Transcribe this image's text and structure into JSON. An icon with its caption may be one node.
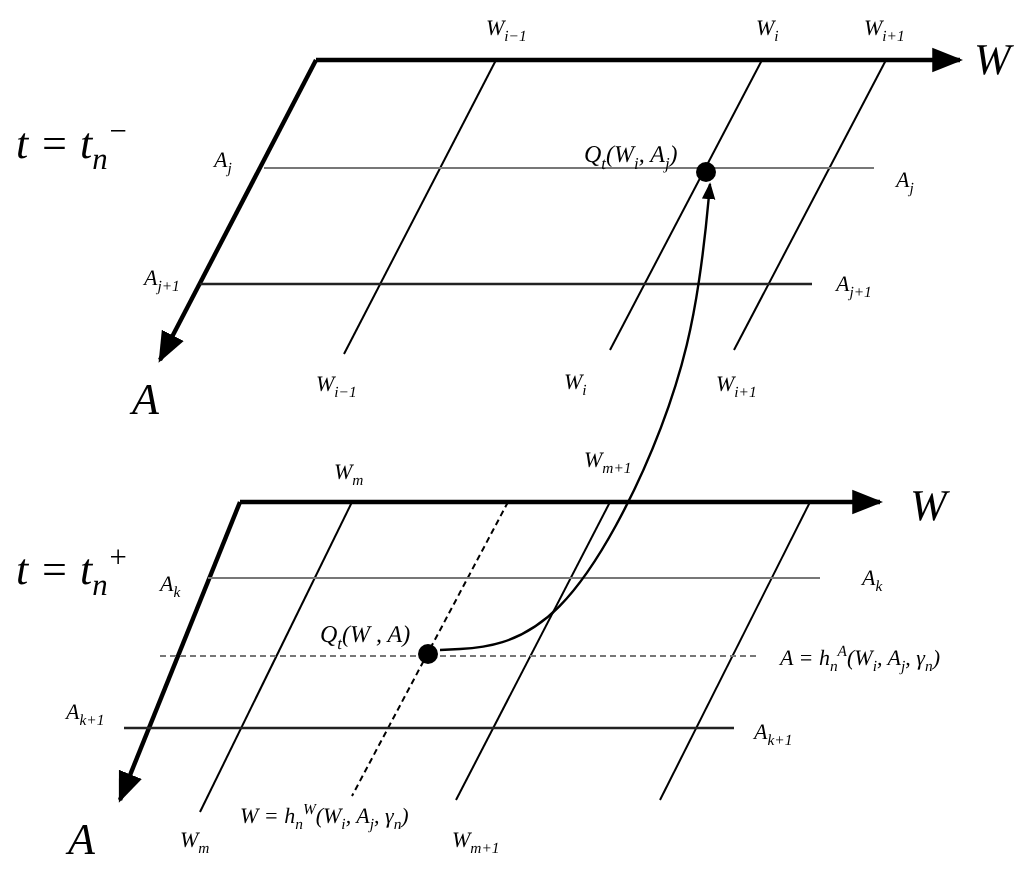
{
  "diagram": {
    "nodes": [
      {
        "text": [],
        "shape": "circle",
        "beside": [
          "Q$_{t}$(W$_{i}$, A$_{j}$)"
        ]
      },
      {
        "text": [],
        "shape": "circle",
        "beside": [
          "Q$_{t}$(W , A)"
        ]
      }
    ],
    "edges": [
      {
        "from": 1,
        "to": 0,
        "arrow": "to"
      }
    ],
    "labels": [
      "W$_{i−1}$",
      "W$_{i}$",
      "W$_{i+1}$",
      "W",
      "t = t$_{n}$$^{−}$",
      "A$_{j}$",
      "A$_{j}$",
      "A$_{j+1}$",
      "A$_{j+1}$",
      "A",
      "W$_{i−1}$",
      "W$_{i}$",
      "W$_{i+1}$",
      "W$_{m}$",
      "W$_{m+1}$",
      "W",
      "t = t$_{n}$$^{+}$",
      "A$_{k}$",
      "A$_{k}$",
      "A = h$_{n}$$^{A}$(W$_{i}$, A$_{j}$, γ$_{n}$)",
      "A$_{k+1}$",
      "A$_{k+1}$",
      "A",
      "W$_{m}$",
      "W = h$_{n}$$^{W}$(W$_{i}$, A$_{j}$, γ$_{n}$)",
      "W$_{m+1}$"
    ]
  }
}
